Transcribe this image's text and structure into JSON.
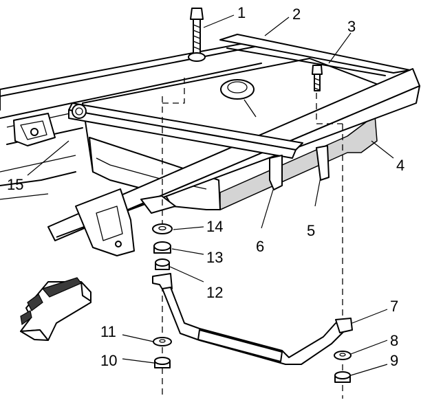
{
  "callouts": [
    {
      "id": "1",
      "text": "1"
    },
    {
      "id": "2",
      "text": "2"
    },
    {
      "id": "3",
      "text": "3"
    },
    {
      "id": "4",
      "text": "4"
    },
    {
      "id": "5",
      "text": "5"
    },
    {
      "id": "6",
      "text": "6"
    },
    {
      "id": "7",
      "text": "7"
    },
    {
      "id": "8",
      "text": "8"
    },
    {
      "id": "9",
      "text": "9"
    },
    {
      "id": "10",
      "text": "10"
    },
    {
      "id": "11",
      "text": "11"
    },
    {
      "id": "12",
      "text": "12"
    },
    {
      "id": "13",
      "text": "13"
    },
    {
      "id": "14",
      "text": "14"
    },
    {
      "id": "15",
      "text": "15"
    }
  ],
  "arrow_icon": "front-direction-arrow-icon",
  "colors": {
    "line": "#000000",
    "shade": "#d4d4d4",
    "background": "#ffffff"
  }
}
